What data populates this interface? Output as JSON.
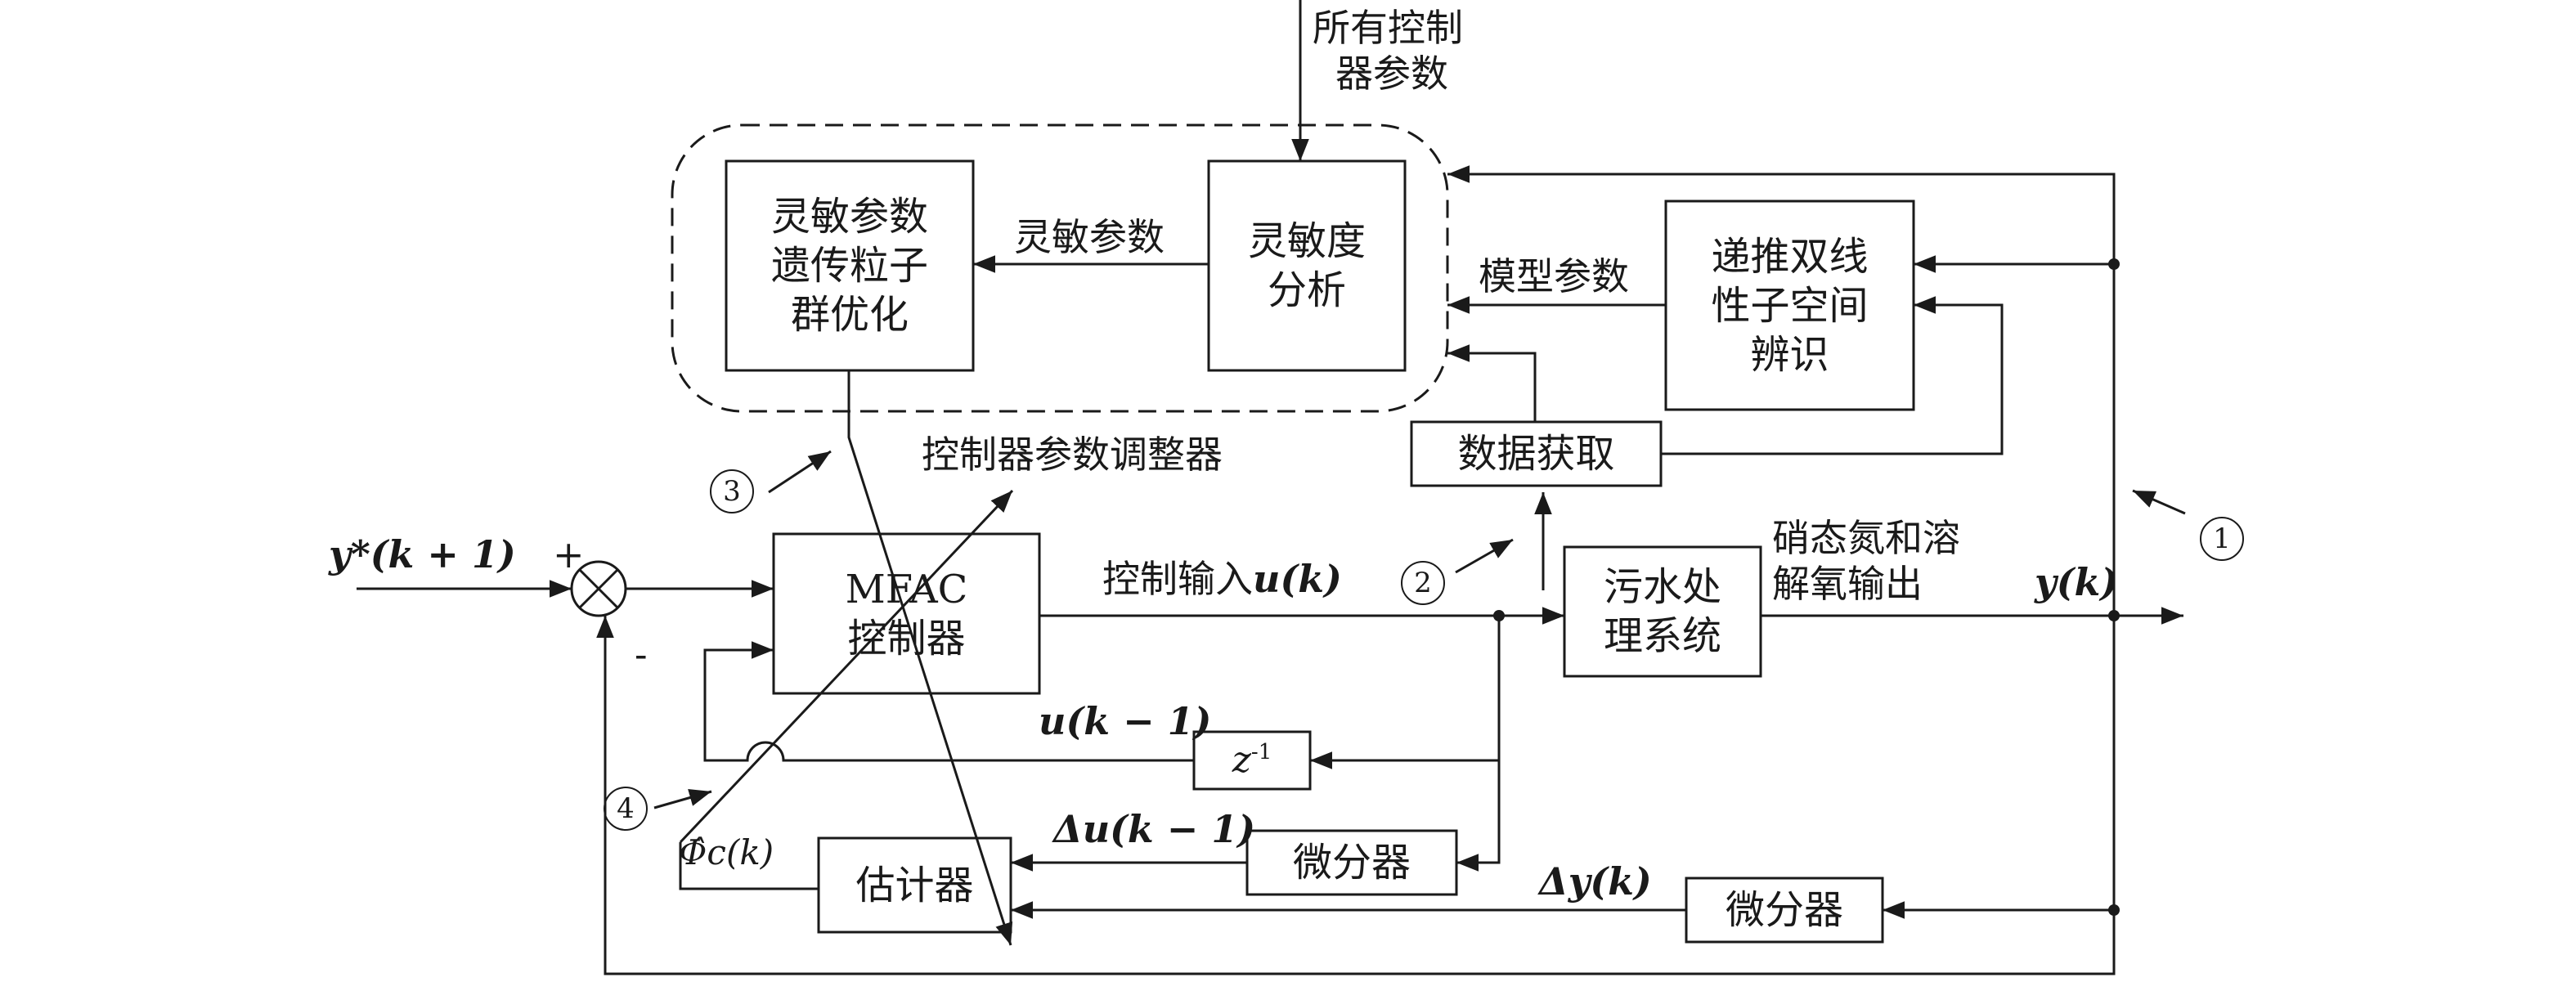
{
  "top_input": {
    "line1": "所有控制",
    "line2": "器参数"
  },
  "boxes": {
    "pso": {
      "line1": "灵敏参数",
      "line2": "遗传粒子",
      "line3": "群优化"
    },
    "sensitivity": {
      "line1": "灵敏度",
      "line2": "分析"
    },
    "identification": {
      "line1": "递推双线",
      "line2": "性子空间",
      "line3": "辨识"
    },
    "data_acq": {
      "label": "数据获取"
    },
    "mfac": {
      "line1": "MFAC",
      "line2": "控制器"
    },
    "plant": {
      "line1": "污水处",
      "line2": "理系统"
    },
    "delay": {
      "label": "z",
      "sup": "-1"
    },
    "diff1": {
      "label": "微分器"
    },
    "estimator": {
      "label": "估计器"
    },
    "diff2": {
      "label": "微分器"
    }
  },
  "labels": {
    "sens_param": "灵敏参数",
    "model_param": "模型参数",
    "adjuster": "控制器参数调整器",
    "ref_input": "y*(k + 1)",
    "plus": "+",
    "minus": "-",
    "control_input_text": "控制输入",
    "control_input_sym": "u(k)",
    "output_desc_line1": "硝态氮和溶",
    "output_desc_line2": "解氧输出",
    "output_sym": "y(k)",
    "u_prev": "u(k − 1)",
    "delta_u": "Δu(k − 1)",
    "delta_y": "Δy(k)",
    "phi": "Φ̂c(k)"
  },
  "markers": {
    "m1": "1",
    "m2": "2",
    "m3": "3",
    "m4": "4"
  }
}
